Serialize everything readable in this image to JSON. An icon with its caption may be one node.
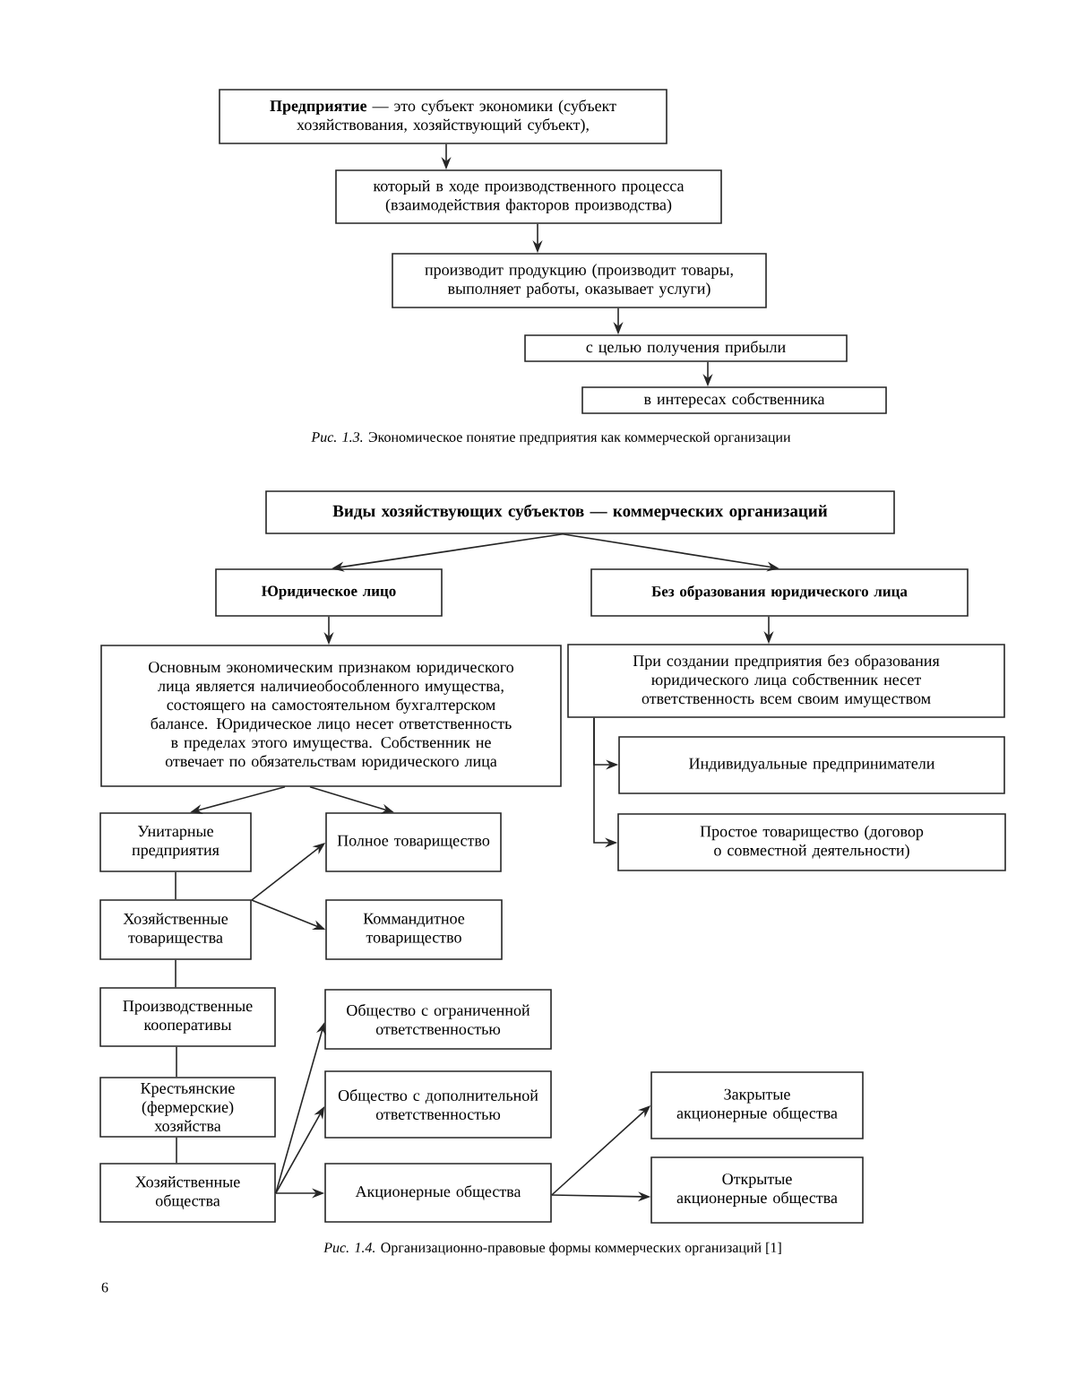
{
  "diagram": {
    "nodes": [
      {
        "text": [
          "**Предприятие** — это субъект экономики (субъект хозяйствования, хозяйствующий субъект),"
        ]
      },
      {
        "text": [
          "который в ходе производственного процесса (взаимодействия факторов производства)"
        ]
      },
      {
        "text": [
          "производит продукцию (производит товары, выполняет работы, оказывает услуги)"
        ]
      },
      {
        "text": [
          "с целью получения прибыли"
        ]
      },
      {
        "text": [
          "в интересах собственника"
        ]
      },
      {
        "text": [
          "Виды хозяйствующих субъектов — коммерческих организаций"
        ]
      },
      {
        "text": [
          "Юридическое лицо"
        ]
      },
      {
        "text": [
          "Без образования юридического лица"
        ]
      },
      {
        "text": [
          "Основным экономическим признаком юридического лица является наличиеобособленного имущества, состоящего на самостоятельном бухгалтерском балансе. Юридическое лицо несет ответственность в пределах этого имущества. Собственник не отвечает по обязательствам юридического лица"
        ]
      },
      {
        "text": [
          "При создании предприятия без образования юридического лица собственник несет ответственность всем своим имуществом"
        ]
      },
      {
        "text": [
          "Индивидуальные предприниматели"
        ]
      },
      {
        "text": [
          "Простое товарищество (договор о совместной деятельности)"
        ]
      },
      {
        "text": [
          "Унитарные предприятия"
        ]
      },
      {
        "text": [
          "Полное товарищество"
        ]
      },
      {
        "text": [
          "Хозяйственные товарищества"
        ]
      },
      {
        "text": [
          "Коммандитное товарищество"
        ]
      },
      {
        "text": [
          "Производственные кооперативы"
        ]
      },
      {
        "text": [
          "Общество с ограниченной ответственностью"
        ]
      },
      {
        "text": [
          "Крестьянские (фермерские) хозяйства"
        ]
      },
      {
        "text": [
          "Общество с дополнительной ответственностью"
        ]
      },
      {
        "text": [
          "Хозяйственные общества"
        ]
      },
      {
        "text": [
          "Акционерные общества"
        ]
      },
      {
        "text": [
          "Закрытые акционерные общества"
        ]
      },
      {
        "text": [
          "Открытые акционерные общества"
        ]
      }
    ],
    "edges": [
      {
        "from": 0,
        "to": 1,
        "arrow": "to"
      },
      {
        "from": 1,
        "to": 2,
        "arrow": "to"
      },
      {
        "from": 2,
        "to": 3,
        "arrow": "to"
      },
      {
        "from": 3,
        "to": 4,
        "arrow": "to"
      },
      {
        "from": 5,
        "to": 6,
        "arrow": "to"
      },
      {
        "from": 5,
        "to": 7,
        "arrow": "to"
      },
      {
        "from": 6,
        "to": 8,
        "arrow": "to"
      },
      {
        "from": 7,
        "to": 9,
        "arrow": "to"
      },
      {
        "from": 9,
        "to": 10,
        "arrow": "to"
      },
      {
        "from": 9,
        "to": 11,
        "arrow": "to"
      },
      {
        "from": 8,
        "to": 12,
        "arrow": "to"
      },
      {
        "from": 8,
        "to": 13,
        "arrow": "to"
      },
      {
        "from": 12,
        "to": 14,
        "arrow": "none"
      },
      {
        "from": 14,
        "to": 13,
        "arrow": "to"
      },
      {
        "from": 14,
        "to": 15,
        "arrow": "to"
      },
      {
        "from": 14,
        "to": 16,
        "arrow": "none"
      },
      {
        "from": 16,
        "to": 18,
        "arrow": "none"
      },
      {
        "from": 18,
        "to": 20,
        "arrow": "none"
      },
      {
        "from": 20,
        "to": 17,
        "arrow": "to"
      },
      {
        "from": 20,
        "to": 19,
        "arrow": "to"
      },
      {
        "from": 20,
        "to": 21,
        "arrow": "to"
      },
      {
        "from": 21,
        "to": 22,
        "arrow": "to"
      },
      {
        "from": 21,
        "to": 23,
        "arrow": "to"
      }
    ],
    "labels": [
      "*Рис. 1.3.* Экономическое понятие предприятия как коммерческой организации",
      "*Рис. 1.4.* Организационно-правовые формы коммерческих организаций [1]",
      "6"
    ]
  }
}
